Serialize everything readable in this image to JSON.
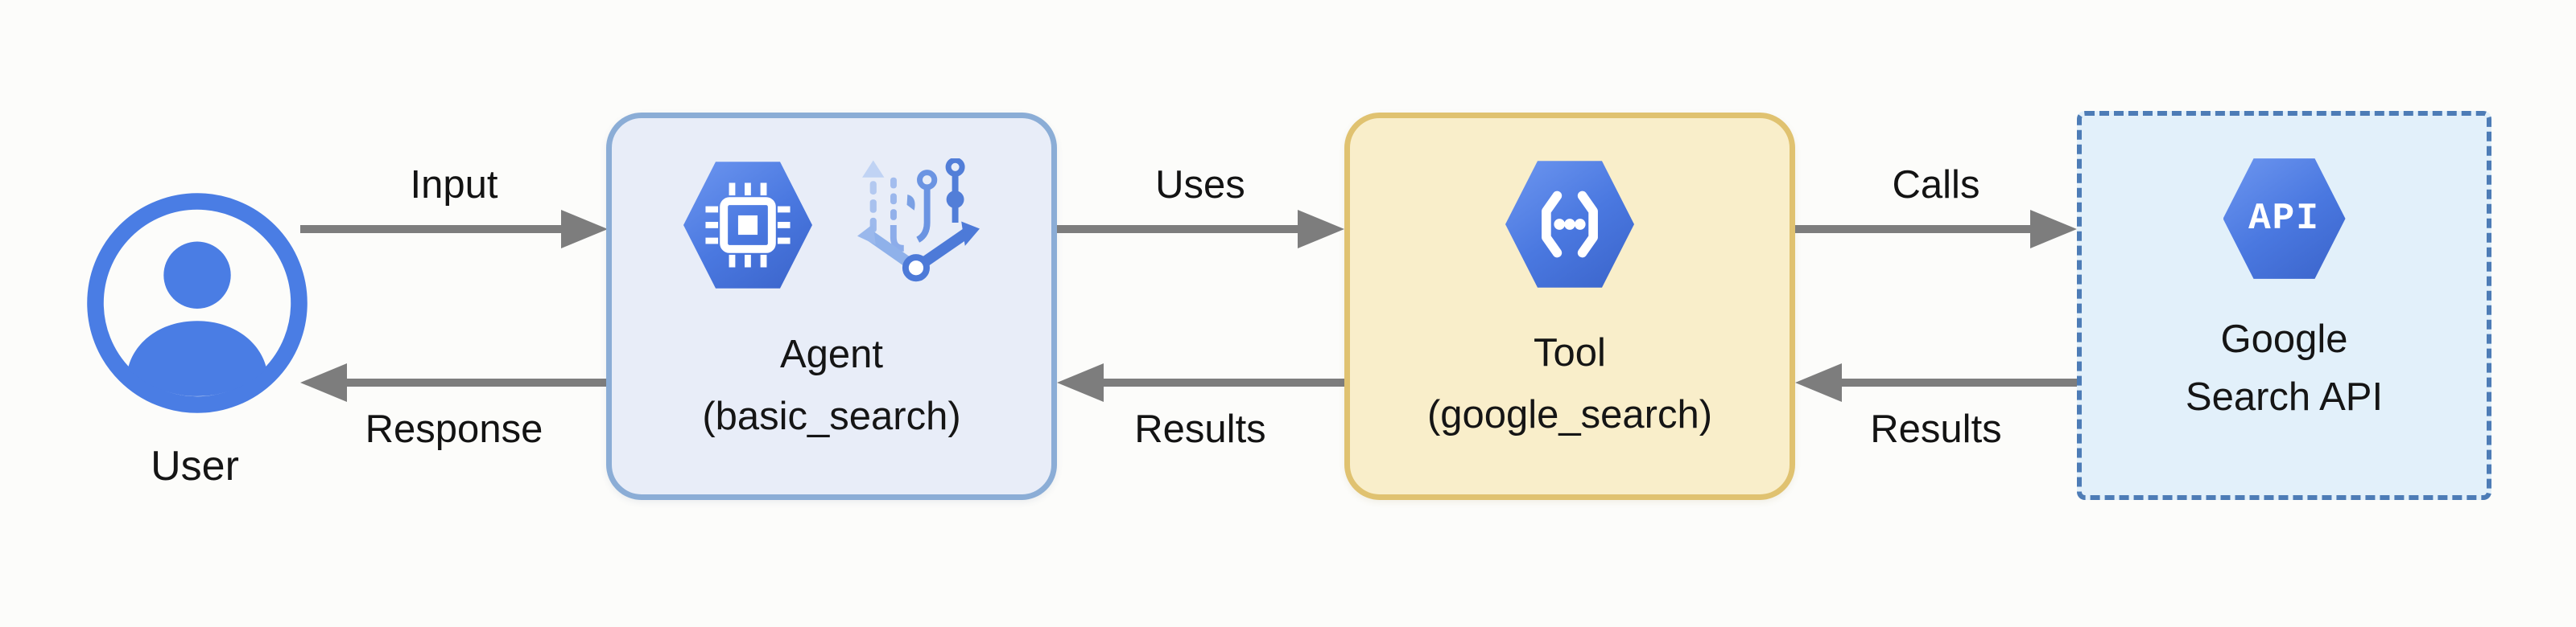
{
  "user": {
    "label": "User"
  },
  "nodes": {
    "agent": {
      "title": "Agent",
      "subtitle": "(basic_search)"
    },
    "tool": {
      "title": "Tool",
      "subtitle": "(google_search)"
    },
    "api": {
      "title": "Google",
      "subtitle": "Search API",
      "icon_label": "API"
    }
  },
  "edges": {
    "input": "Input",
    "response": "Response",
    "uses": "Uses",
    "results_tool_to_agent": "Results",
    "calls": "Calls",
    "results_api_to_tool": "Results"
  },
  "colors": {
    "agent_fill": "#e8edf8",
    "agent_border": "#8badd6",
    "tool_fill": "#f9eeca",
    "tool_border": "#e0c270",
    "api_fill": "#e2f0fa",
    "api_border": "#4d7cb6",
    "hexagon_blue": "#4a78e0",
    "arrow_gray": "#7d7d7d",
    "user_blue": "#4a7de4",
    "text": "#151515",
    "background": "#fcfcfa"
  }
}
